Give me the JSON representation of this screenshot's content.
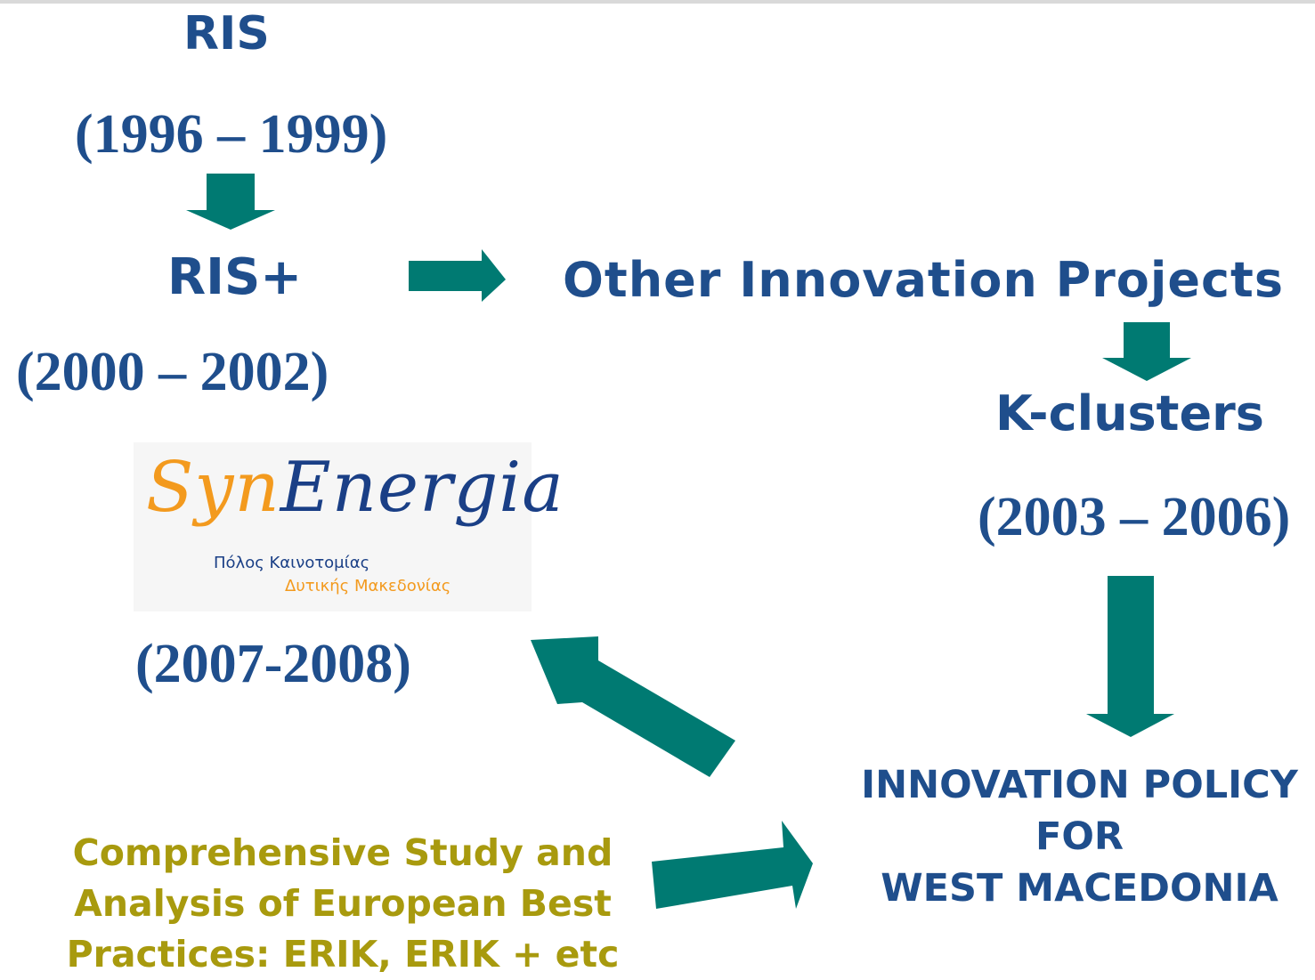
{
  "nodes": {
    "ris": "RIS",
    "ris_years": "(1996 – 1999)",
    "ris_plus": "RIS+",
    "ris_plus_years": "(2000 – 2002)",
    "other_projects": "Other Innovation Projects",
    "k_clusters": "K-clusters",
    "k_clusters_years": "(2003 – 2006)",
    "synenergia_years": "(2007-2008)",
    "policy": [
      "INNOVATION POLICY",
      "FOR",
      "WEST MACEDONIA"
    ],
    "study": [
      "Comprehensive Study and",
      "Analysis of European Best",
      "Practices: ERIK, ERIK + etc"
    ]
  },
  "logo": {
    "word_part1": "Syn",
    "word_part2": "Energia",
    "subtitle_line1": "Πόλος Καινοτομίας",
    "subtitle_line2": "Δυτικής Μακεδονίας"
  },
  "colors": {
    "node_text": "#1f4e8c",
    "study_text": "#a89a0e",
    "arrow": "#007a72",
    "logo_orange": "#f39a1e",
    "logo_blue": "#1a3f86"
  }
}
